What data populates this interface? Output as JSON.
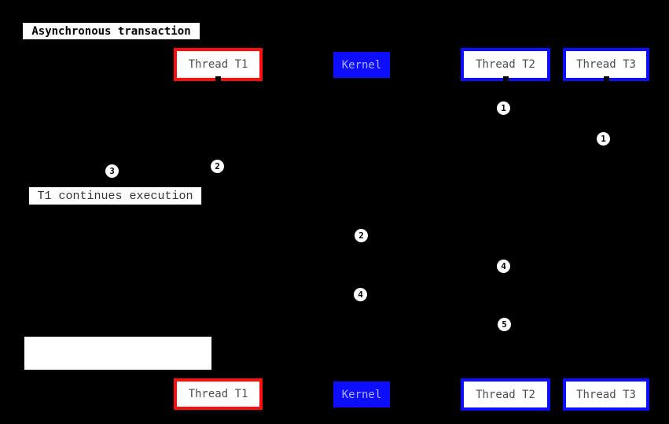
{
  "diagram": {
    "title": "Asynchronous transaction",
    "participants": {
      "t1": "Thread T1",
      "kernel": "Kernel",
      "t2": "Thread T2",
      "t3": "Thread T3"
    },
    "notes": {
      "t1_continues": "T1 continues execution",
      "blank": ""
    },
    "badges": [
      "1",
      "1",
      "2",
      "3",
      "2",
      "4",
      "4",
      "5"
    ],
    "colors": {
      "background": "#000000",
      "thread_t1_border": "#ff0d0d",
      "thread_t2_border": "#0d0dff",
      "thread_t3_border": "#0d0dff",
      "kernel_fill": "#0d0dff",
      "kernel_text": "#b0b0ff",
      "participant_text": "#4d4d4d",
      "badge_fill": "#ffffff",
      "badge_text": "#000000"
    }
  }
}
